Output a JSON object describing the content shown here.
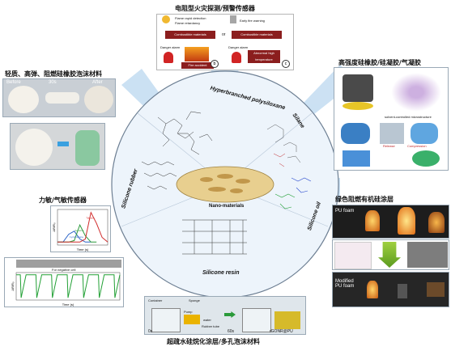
{
  "titles": {
    "top": "电阻型火灾探测/预警传感器",
    "top_left": "轻质、高弹、阻燃硅橡胶泡沫材料",
    "top_right": "高强度硅橡胶/硅凝胶/气凝胶",
    "mid_left": "力敏/气敏传感器",
    "mid_right": "绿色阻燃有机硅涂层",
    "bottom": "超疏水硅烷化涂层/多孔泡沫材料"
  },
  "circle": {
    "hyperbranched": "Hyperbranched polysiloxane",
    "silane": "Silane",
    "silicone_rubber": "Silicone rubber",
    "silicone_oil": "Silicone oil",
    "silicone_resin": "Silicone resin",
    "nano": "Nano-materials"
  },
  "fire_sensor": {
    "flame_detection": "Flame rapid detection",
    "flame_retardancy": "Flame retardancy",
    "early_warning": "Early fire warning",
    "combustible": "Combustible materials",
    "or": "or",
    "danger": "Danger alarm",
    "fire_accident": "Fire accident",
    "abnormal_temp": "Abnormal high temperature",
    "tag_b": "b",
    "tag_c": "c"
  },
  "foam": {
    "before": "Before",
    "after": "After",
    "mid": "30s"
  },
  "aerogel": {
    "caption": "solvent-controlled microstructure",
    "release": "Release",
    "compress": "Compression"
  },
  "sensor": {
    "y_label": "ΔR/R₀",
    "x_label": "Time (s)",
    "s1": "Cyclohexane",
    "s2": "Acetone",
    "s3": "Toluene",
    "strain_label": "For negative cell",
    "y2_label": "ΔR/R₀",
    "x2_label": "Time (s)"
  },
  "coating": {
    "pu_foam": "PU foam",
    "modified": "Modified PU foam"
  },
  "oil": {
    "container": "Container",
    "sponge": "Sponge",
    "pump": "Pump",
    "water": "water",
    "rubber_tube": "Rubber tube",
    "t0": "0s",
    "t60": "60s",
    "product": "rGONR@PU"
  },
  "colors": {
    "spoke": "#b8d6ee",
    "circle_bg": "#e9f2fb",
    "circle_edge": "#5b6f84",
    "danger_red": "#8b1e1e"
  },
  "chart_data": [
    {
      "type": "line",
      "title": "",
      "xlabel": "Time (s)",
      "ylabel": "ΔR/R₀",
      "series": [
        {
          "name": "Cyclohexane",
          "color": "#2c64c8",
          "x": [
            0,
            20,
            40,
            60,
            80,
            100,
            120
          ],
          "y": [
            0,
            0,
            0.25,
            0.35,
            0.1,
            0,
            0
          ]
        },
        {
          "name": "Acetone",
          "color": "#2c9a3c",
          "x": [
            0,
            40,
            60,
            80,
            100,
            120,
            140
          ],
          "y": [
            0,
            0,
            0.05,
            0.55,
            0.2,
            0,
            0
          ]
        },
        {
          "name": "Toluene",
          "color": "#d02a2a",
          "x": [
            0,
            80,
            100,
            120,
            140,
            160,
            180
          ],
          "y": [
            0,
            0,
            0.1,
            0.95,
            0.6,
            0.15,
            0
          ]
        }
      ]
    },
    {
      "type": "line",
      "title": "",
      "xlabel": "Time (s)",
      "ylabel": "ΔR/R₀",
      "series": [
        {
          "name": "",
          "color": "#22a035",
          "x": [
            0,
            10,
            12,
            24,
            36,
            48,
            50,
            62,
            74,
            86,
            88,
            100,
            112,
            124,
            126,
            138,
            150,
            162,
            164,
            176,
            188,
            200,
            202,
            214,
            226,
            238,
            240,
            252
          ],
          "y": [
            0,
            0,
            -1,
            0,
            0,
            0,
            -1,
            0,
            0,
            0,
            -1,
            0,
            0,
            0,
            -1,
            0,
            0,
            0,
            -1,
            0,
            0,
            0,
            -1,
            0,
            0,
            0,
            -1,
            0
          ]
        }
      ]
    }
  ]
}
